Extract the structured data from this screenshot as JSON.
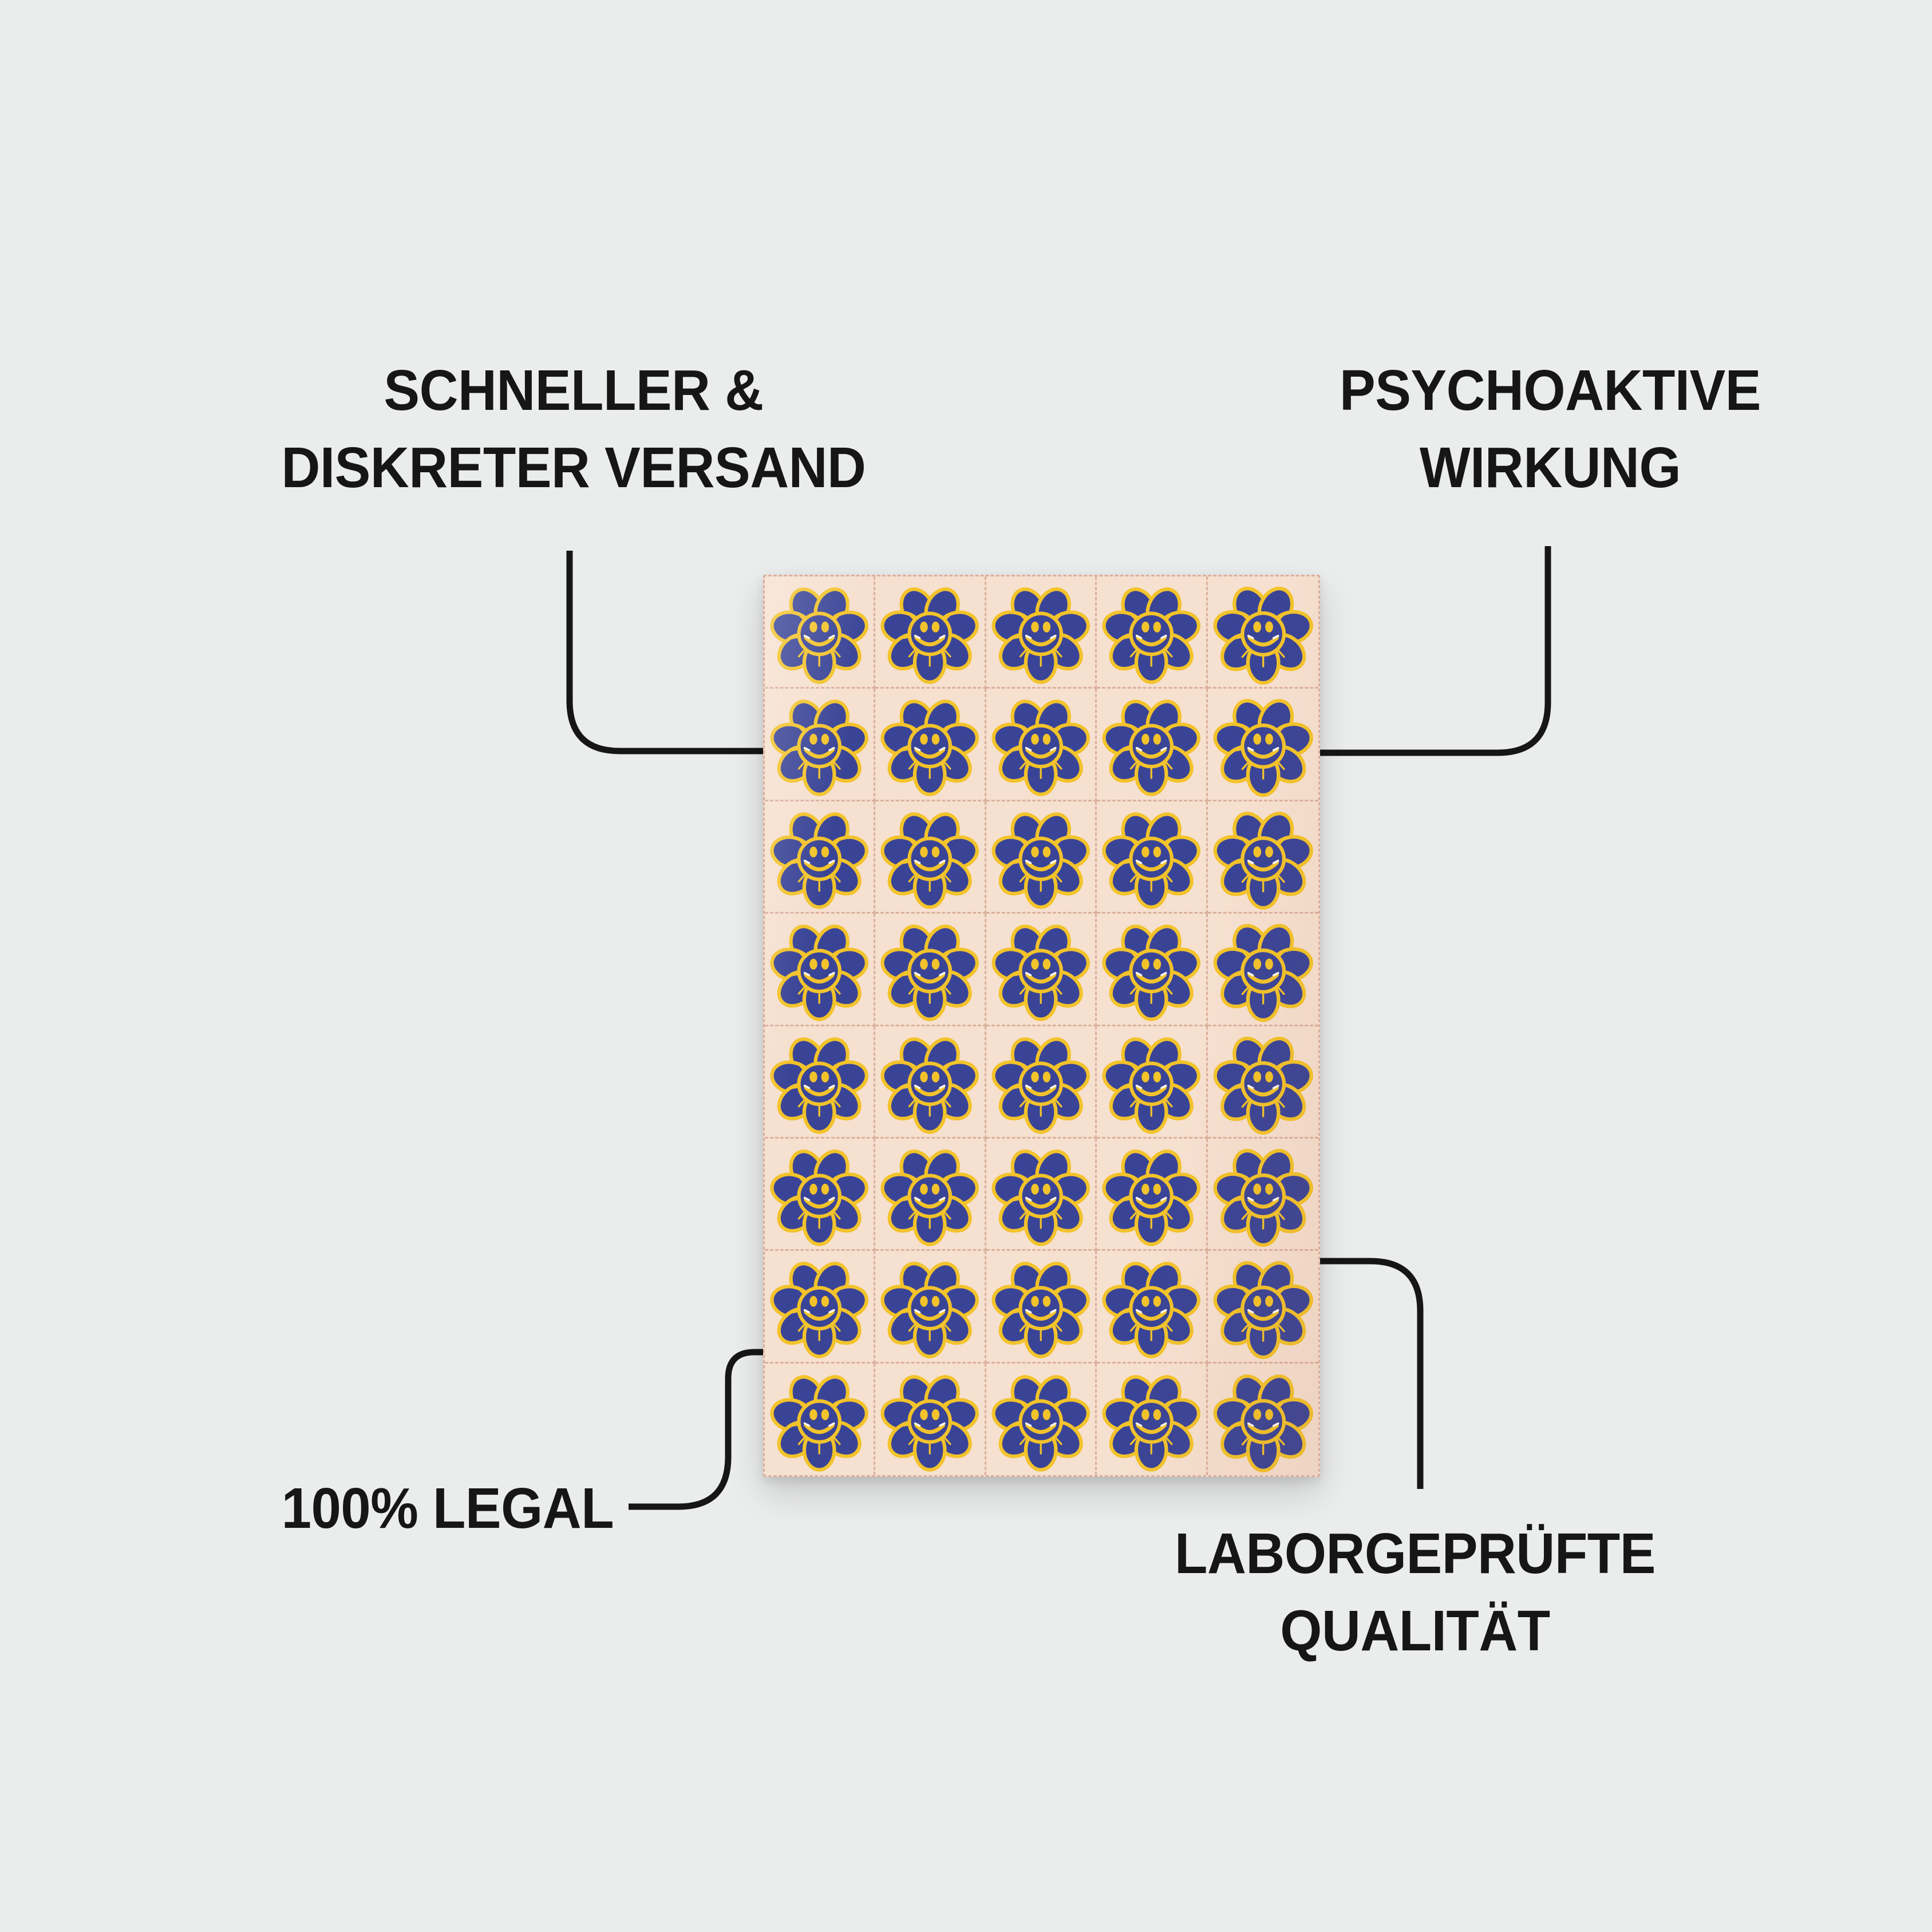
{
  "labels": {
    "top_left": {
      "line1": "SCHNELLER &",
      "line2": "DISKRETER VERSAND"
    },
    "top_right": {
      "line1": "PSYCHOAKTIVE",
      "line2": "WIRKUNG"
    },
    "bottom_left": {
      "line1": "100% LEGAL"
    },
    "bottom_right": {
      "line1": "LABORGEPRÜFTE",
      "line2": "QUALITÄT"
    }
  },
  "product": {
    "icon": "smiley-flower-icon",
    "grid": {
      "columns": 5,
      "rows": 8
    },
    "colors": {
      "bg": "#ebecec",
      "ink": "#161616",
      "sheet": "#f6e0cf",
      "petal": "#3a4496",
      "yellow": "#f2c32b",
      "perf": "#c1826d",
      "highlight": "#fdfaf3"
    }
  }
}
